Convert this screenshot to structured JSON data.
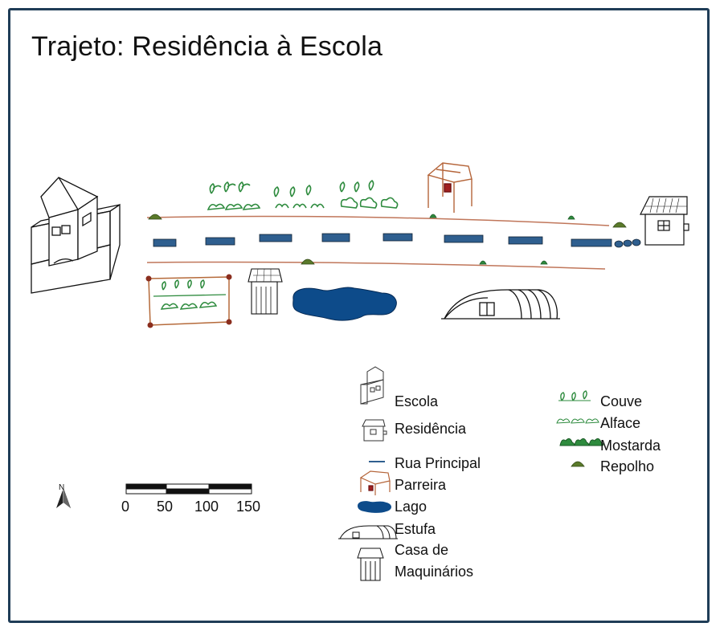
{
  "title": "Trajeto: Residência à Escola",
  "legend": {
    "escola": "Escola",
    "residencia": "Residência",
    "rua": "Rua Principal",
    "parreira": "Parreira",
    "lago": "Lago",
    "estufa": "Estufa",
    "casa1": "Casa de",
    "casa2": "Maquinários",
    "couve": "Couve",
    "alface": "Alface",
    "mostarda": "Mostarda",
    "repolho": "Repolho"
  },
  "scale": {
    "t0": "0",
    "t1": "50",
    "t2": "100",
    "t3": "150"
  },
  "north": "N",
  "colors": {
    "frame": "#1f3d57",
    "road": "#2f5f8f",
    "lake": "#0d4b8a",
    "plants": "#2e8b3e",
    "cabbage": "#5a7a2a",
    "road_edge": "#c0765a"
  }
}
